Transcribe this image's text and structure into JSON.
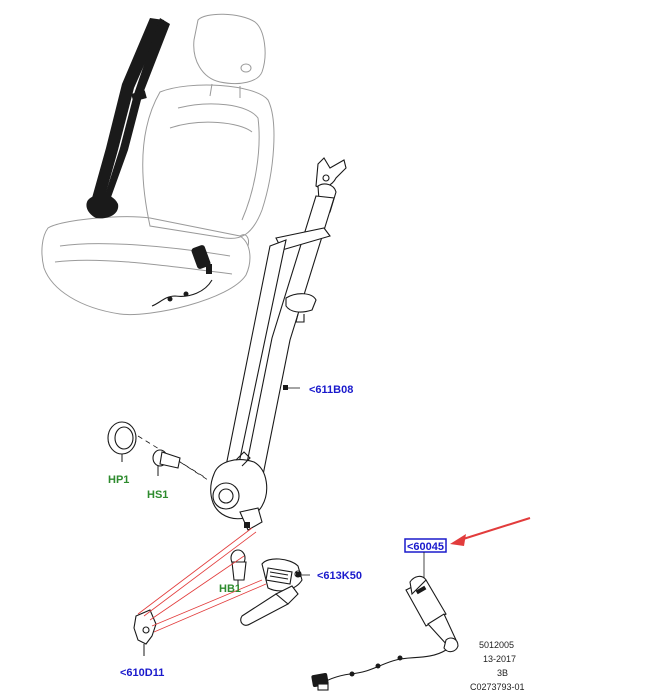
{
  "callouts": {
    "belt_assembly": "<611B08",
    "buckle_anchor": "<613K50",
    "bracket": "<610D11",
    "selected_part": "<60045"
  },
  "fasteners": {
    "hp1": "HP1",
    "hs1": "HS1",
    "hb1": "HB1"
  },
  "metadata": {
    "line1": "5012005",
    "line2": "13-2017",
    "line3": "3B",
    "line4": "C0273793-01"
  },
  "colors": {
    "callout_text": "#1a1acc",
    "fastener_text": "#2e8b2e",
    "highlight_box": "#1a1acc",
    "arrow": "#e23c3c",
    "leader_lines": "#e23c3c"
  }
}
